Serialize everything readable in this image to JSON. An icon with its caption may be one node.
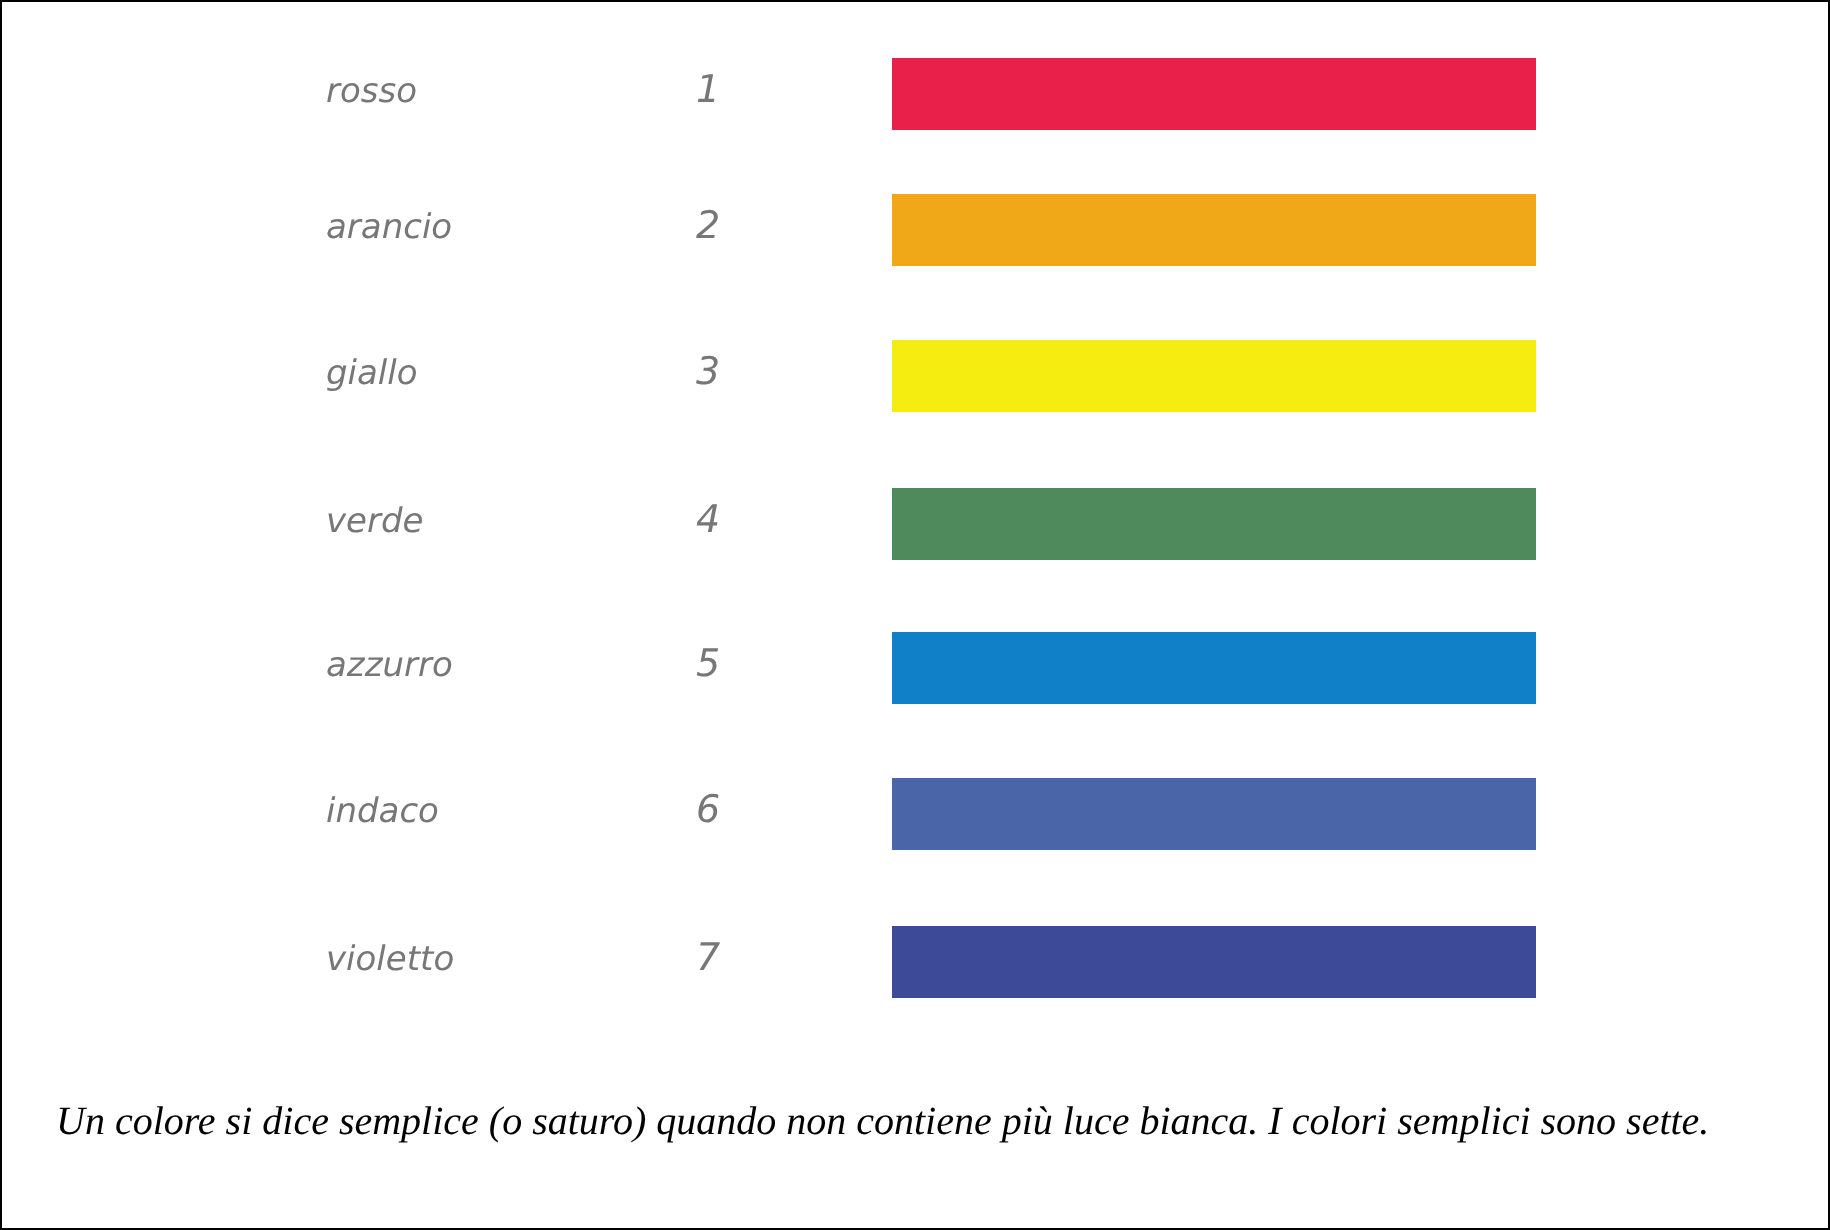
{
  "diagram": {
    "caption": "Un colore si dice semplice (o saturo) quando non contiene più luce bianca. I colori semplici sono sette.",
    "labels": [
      "1",
      "2",
      "3",
      "4",
      "5",
      "6",
      "7"
    ],
    "legend": [
      {
        "text": "rosso",
        "color": "#e8204a"
      },
      {
        "text": "arancio",
        "color": "#f0a818"
      },
      {
        "text": "giallo",
        "color": "#f5ec10"
      },
      {
        "text": "verde",
        "color": "#4f8a5c"
      },
      {
        "text": "azzurro",
        "color": "#1080c8"
      },
      {
        "text": "indaco",
        "color": "#4a66a8"
      },
      {
        "text": "violetto",
        "color": "#3c4a98"
      }
    ]
  }
}
